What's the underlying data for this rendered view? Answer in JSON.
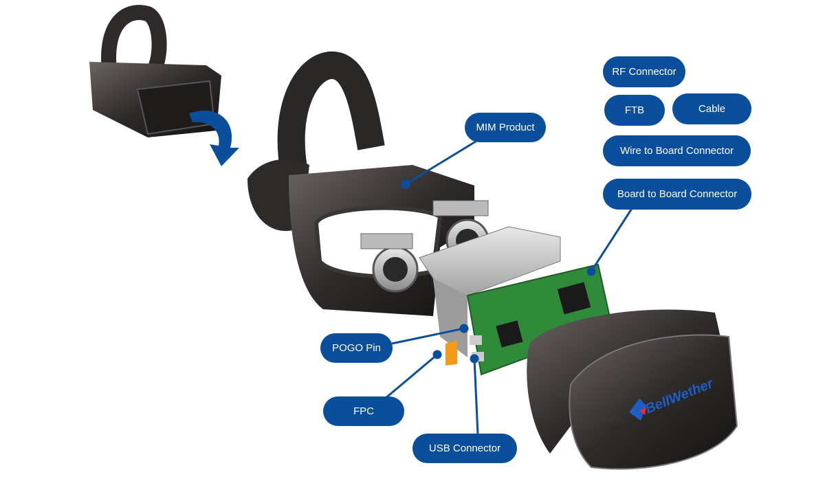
{
  "colors": {
    "pill": "#0b4f9c",
    "pcb": "#2f8a3a",
    "shell": "#3a3634",
    "logo_blue": "#1b5fc4",
    "logo_red": "#e0303a"
  },
  "logo_text": "BellWether",
  "labels": {
    "rf_connector": "RF Connector",
    "ftb": "FTB",
    "cable": "Cable",
    "wire_to_board": "Wire to Board Connector",
    "board_to_board": "Board to Board Connector",
    "mim_product": "MIM Product",
    "pogo_pin": "POGO Pin",
    "fpc": "FPC",
    "usb_connector": "USB Connector"
  }
}
